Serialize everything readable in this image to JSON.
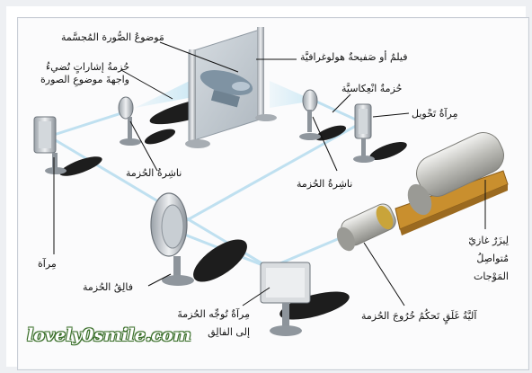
{
  "labels": {
    "holo_object": "مَوضوعُ الصُّورة المُجسَّمة",
    "object_beam": "حُزمةُ إشاراتٍ تُضيءُ واجهةَ موضوعِ الصورة",
    "film": "فيلمٌ أو صَفيحةٌ هولوغرافيَّة",
    "reflect_beam": "حُزمةٌ انْعِكاسيَّة",
    "transfer_mirror": "مِرآةُ تَحْويل",
    "beam_spreader_1": "ناشِرةُ الحُزمة",
    "beam_spreader_2": "ناشِرةُ الحُزمة",
    "mirror": "مِرآة",
    "laser": "لِيزَرٌ غازيّ مُتواصِلُ المَوْجات",
    "beam_splitter": "فالِقُ الحُزمة",
    "steer_mirror": "مِرآةٌ تُوجِّه الحُزمةَ إلى الفالِق",
    "shutter": "آليَّةُ غَلَقٍ تَحكُمُ خُرُوجَ الحُزمة"
  },
  "watermark": "lovely0smile.com"
}
